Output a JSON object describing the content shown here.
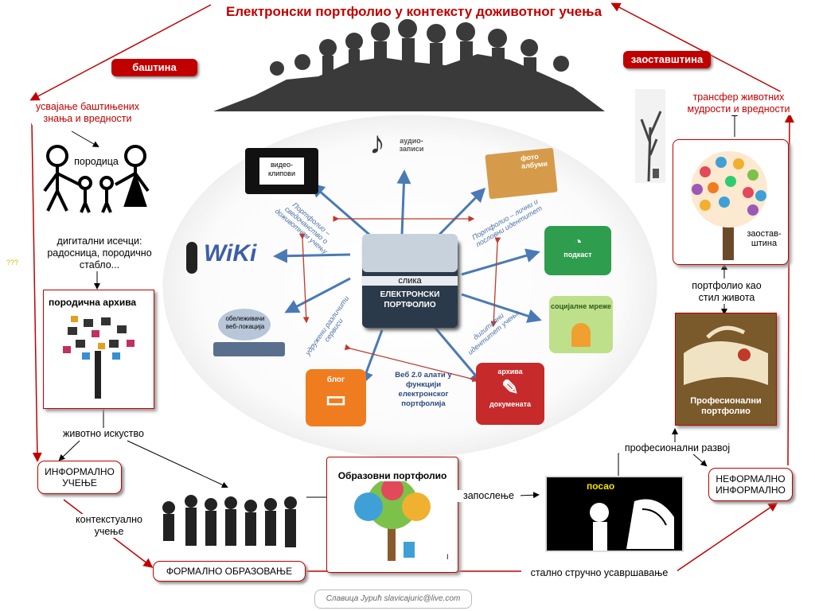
{
  "title": "Електронски портфолио у контексту доживотног учења",
  "badges": {
    "left": "баштина",
    "right": "заоставштина"
  },
  "left_column": {
    "heritage": "усвајање баштињених знања и вредности",
    "family": "породица",
    "digital_clips": "дигитални исечци: радосница, породично стабло...",
    "family_archive": "породична архива",
    "life_experience": "животно искуство",
    "informal_learning": "ИНФОРМАЛНО УЧЕЊЕ",
    "contextual": "контекстуално учење",
    "formal_education": "ФОРМАЛНО ОБРАЗОВАЊЕ",
    "marker": "???"
  },
  "right_column": {
    "transfer": "трансфер животних мудрости и вредности",
    "legacy": "заостав-штина",
    "lifestyle": "портфолио као стил живота",
    "professional": "Професионални портфолио",
    "prof_dev": "професионални развој",
    "nonformal": "НЕФОРМАЛНО ИНФОРМАЛНО"
  },
  "bottom": {
    "edu_portfolio": "Образовни портфолио",
    "employment": "запослење",
    "job": "посао",
    "training": "стално стручно усавршавање",
    "footer": "Славица Јурић  slavicajuric@live.com",
    "small_mark": "I"
  },
  "center": {
    "image_label": "слика",
    "core_label": "ЕЛЕКТРОНСКИ ПОРТФОЛИО",
    "video": "видео-клипови",
    "audio": "аудио-записи",
    "photo": "фото албуми",
    "wiki": "WiKi",
    "bookmarks": "обележивачи веб-локација",
    "podcast": "подкаст",
    "social": "социјалне мреже",
    "blog": "блог",
    "archive": "архива",
    "documents": "докумената",
    "note_left": "Портфолио – сведочанство о доживотном учењу",
    "note_right": "Портфолио – лични и пословни идентитет",
    "note_services": "удружени различити сервиси",
    "note_identity": "дигитални идентитет учења",
    "note_web20": "Веб 2.0 алати у функцији електронског портфолија"
  },
  "colors": {
    "accent_red": "#c00000",
    "arrow_blue": "#4a7ab5",
    "arrow_red": "#c0392b"
  }
}
